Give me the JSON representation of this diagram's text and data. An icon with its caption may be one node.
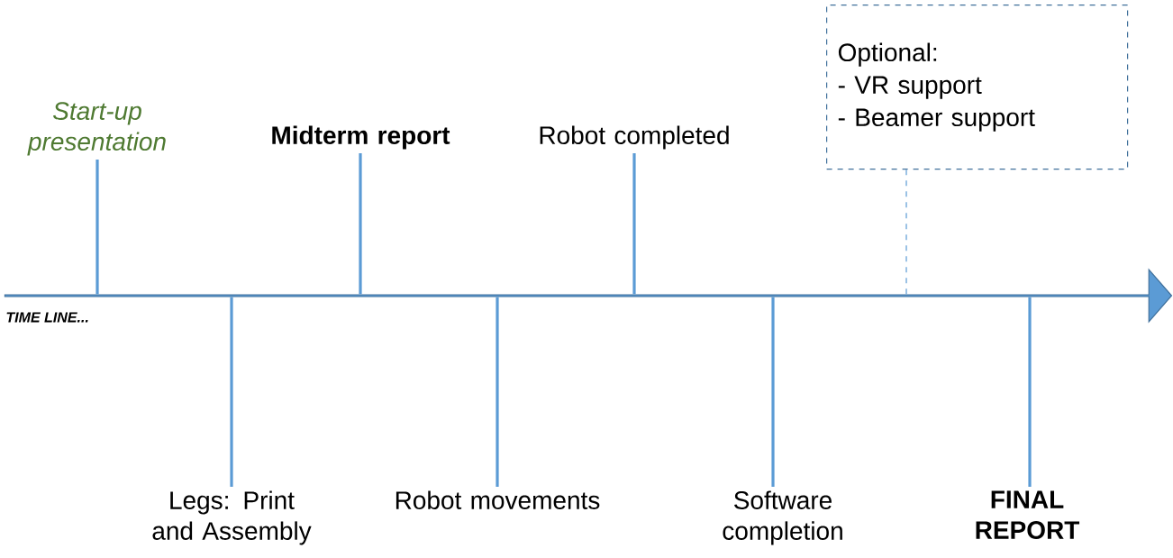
{
  "diagram": {
    "nodes": [
      {
        "text": [
          "Start-up presentation"
        ]
      },
      {
        "text": [
          "Midterm report"
        ]
      },
      {
        "text": [
          "Robot completed"
        ]
      },
      {
        "text": [
          "Optional:",
          "- VR support",
          "- Beamer support"
        ]
      },
      {
        "text": [
          "Legs: Print and Assembly"
        ]
      },
      {
        "text": [
          "Robot movements"
        ]
      },
      {
        "text": [
          "Software completion"
        ]
      },
      {
        "text": [
          "FINAL REPORT"
        ]
      },
      {
        "text": [],
        "shape": "arrow"
      }
    ],
    "edges": [
      {
        "from": 0,
        "to": 8,
        "arrow": "none"
      },
      {
        "from": 1,
        "to": 8,
        "arrow": "none"
      },
      {
        "from": 2,
        "to": 8,
        "arrow": "none"
      },
      {
        "from": 3,
        "to": 8,
        "arrow": "none",
        "style": "dashed"
      },
      {
        "from": 4,
        "to": 8,
        "arrow": "none"
      },
      {
        "from": 5,
        "to": 8,
        "arrow": "none"
      },
      {
        "from": 6,
        "to": 8,
        "arrow": "none"
      },
      {
        "from": 7,
        "to": 8,
        "arrow": "none"
      }
    ],
    "labels": [
      "TIME LINE..."
    ]
  }
}
